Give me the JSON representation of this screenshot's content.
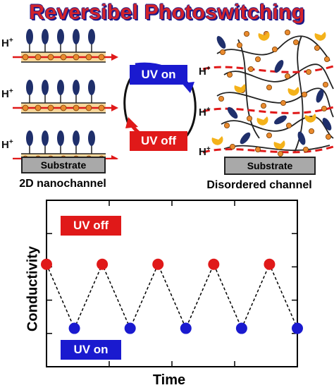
{
  "title": "Reversibel Photoswitching",
  "proton_label": {
    "base": "H",
    "sup": "+"
  },
  "left_panel": {
    "substrate": "Substrate",
    "caption": "2D nanochannel"
  },
  "right_panel": {
    "substrate": "Substrate",
    "caption": "Disordered channel"
  },
  "switch": {
    "uv_on": "UV on",
    "uv_off": "UV off",
    "uv_on_color": "#1a1acf",
    "uv_off_color": "#e01919"
  },
  "colors": {
    "molecule": "#1f2f6b",
    "node": "#e98a2e",
    "channel_fill": "#f7d79a",
    "arrow": "#e01919",
    "bent_molecule": "#f4b21a"
  },
  "chart_data": {
    "type": "scatter",
    "xlabel": "Time",
    "ylabel": "Conductivity",
    "annotations": [
      "UV off",
      "UV on"
    ],
    "series": [
      {
        "name": "UV off",
        "color": "#e01919",
        "x": [
          0,
          2,
          4,
          6,
          8
        ],
        "y": [
          1,
          1,
          1,
          1,
          1
        ]
      },
      {
        "name": "UV on",
        "color": "#1a1acf",
        "x": [
          1,
          3,
          5,
          7,
          9
        ],
        "y": [
          0,
          0,
          0,
          0,
          0
        ]
      }
    ],
    "connecting_line": "dashed",
    "xlim": [
      0,
      9
    ],
    "ylim": [
      -0.6,
      2.0
    ]
  }
}
